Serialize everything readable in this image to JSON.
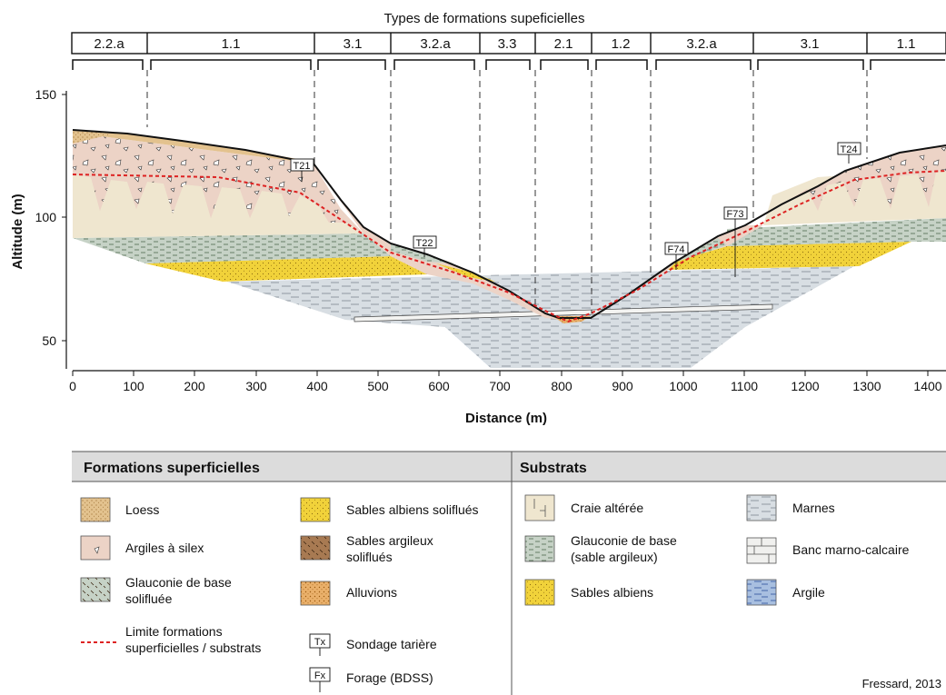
{
  "header": {
    "title": "Types de formations supeficielles",
    "segments": [
      "2.2.a",
      "1.1",
      "3.1",
      "3.2.a",
      "3.3",
      "2.1",
      "1.2",
      "3.2.a",
      "3.1",
      "1.1"
    ]
  },
  "axes": {
    "ylabel": "Altitude (m)",
    "xlabel": "Distance (m)",
    "y_ticks": [
      "150",
      "100",
      "50"
    ],
    "x_ticks": [
      "0",
      "100",
      "200",
      "300",
      "400",
      "500",
      "600",
      "700",
      "800",
      "900",
      "1000",
      "1100",
      "1200",
      "1300",
      "1400"
    ]
  },
  "boreholes": [
    "T21",
    "T22",
    "T24",
    "F73",
    "F74"
  ],
  "legend": {
    "left_title": "Formations superficielles",
    "right_title": "Substrats",
    "items": {
      "loess": "Loess",
      "argiles_silex": "Argiles à silex",
      "glauconie_solifluee_1": "Glauconie de base",
      "glauconie_solifluee_2": "solifluée",
      "limite_1": "Limite formations",
      "limite_2": "superficielles / substrats",
      "sables_albiens_soliflues": "Sables albiens soliflués",
      "sables_argileux_1": "Sables argileux",
      "sables_argileux_2": "soliflués",
      "alluvions": "Alluvions",
      "sondage_icon": "Tx",
      "sondage": "Sondage tarière",
      "forage_icon": "Fx",
      "forage": "Forage (BDSS)",
      "craie": "Craie altérée",
      "glauconie_base_1": "Glauconie de base",
      "glauconie_base_2": "(sable argileux)",
      "sables_albiens": "Sables albiens",
      "marnes": "Marnes",
      "banc": "Banc marno-calcaire",
      "argile": "Argile"
    }
  },
  "credit": "Fressard, 2013",
  "colors": {
    "loess": "#e3c28e",
    "argiles_silex": "#ecd3c6",
    "glauconie": "#c6d2c6",
    "sables_albiens": "#f1d23a",
    "sables_argileux": "#a87a52",
    "alluvions": "#eab06a",
    "craie": "#efe6cf",
    "marnes": "#d8dee3",
    "banc": "#f0f0ee",
    "argile": "#a8bfe0",
    "limite": "#dd2222",
    "legend_header": "#dcdcdc"
  }
}
